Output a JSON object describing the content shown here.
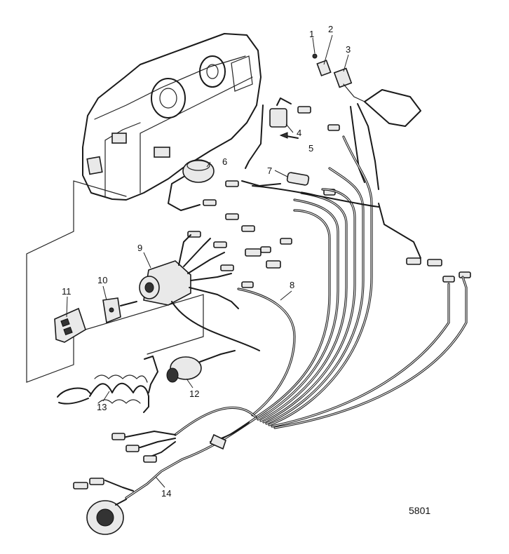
{
  "diagram": {
    "callouts": [
      {
        "id": "1",
        "label": "1"
      },
      {
        "id": "2",
        "label": "2"
      },
      {
        "id": "3",
        "label": "3"
      },
      {
        "id": "4",
        "label": "4"
      },
      {
        "id": "5",
        "label": "5"
      },
      {
        "id": "6",
        "label": "6"
      },
      {
        "id": "7",
        "label": "7"
      },
      {
        "id": "8",
        "label": "8"
      },
      {
        "id": "9",
        "label": "9"
      },
      {
        "id": "10",
        "label": "10"
      },
      {
        "id": "11",
        "label": "11"
      },
      {
        "id": "12",
        "label": "12"
      },
      {
        "id": "13",
        "label": "13"
      },
      {
        "id": "14",
        "label": "14"
      }
    ],
    "figure_number": "5801"
  }
}
